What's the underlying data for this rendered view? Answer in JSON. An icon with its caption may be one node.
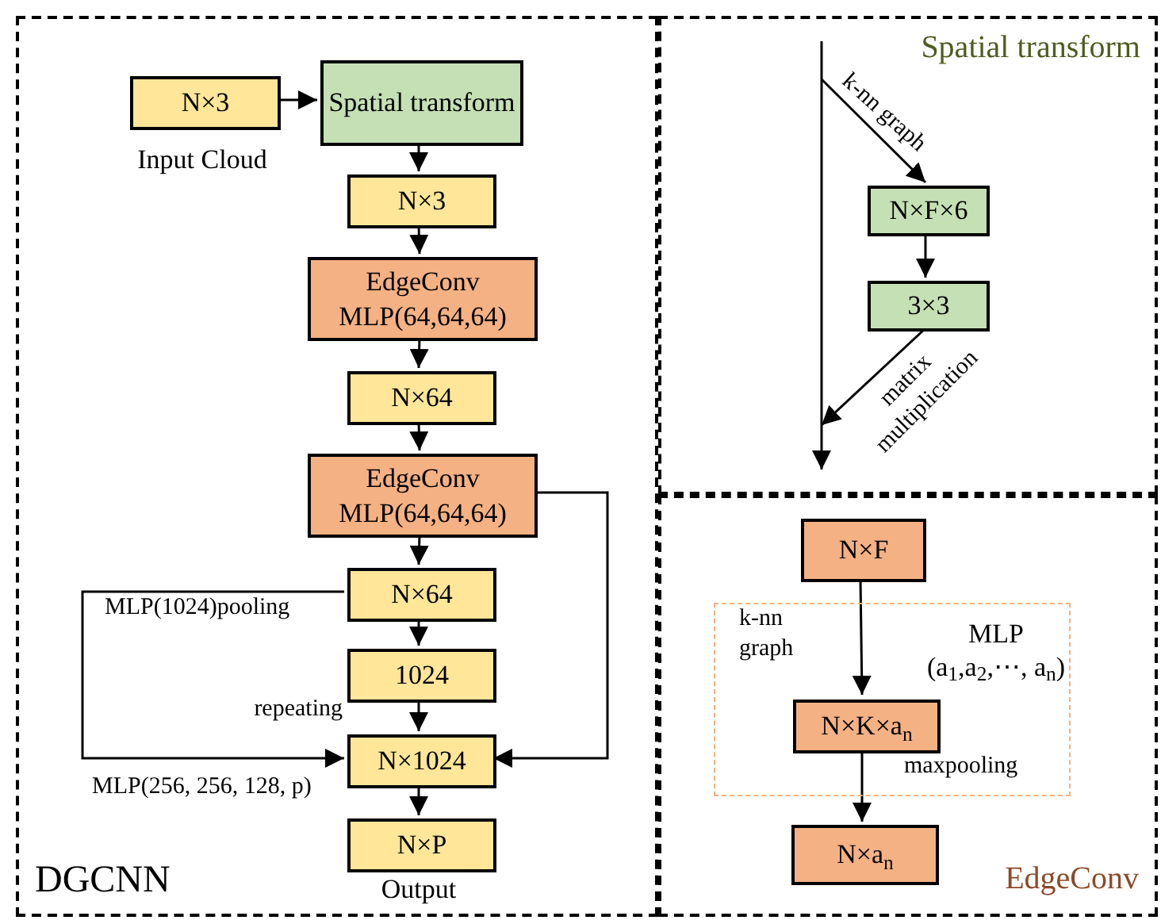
{
  "diagram": {
    "nodes": [
      {
        "text": [
          "DGCNN"
        ]
      },
      {
        "text": [
          "N×3"
        ],
        "in": 0,
        "beside": [
          "Input Cloud"
        ]
      },
      {
        "text": [
          "Spatial transform"
        ],
        "in": 0
      },
      {
        "text": [
          "N×3"
        ],
        "in": 0
      },
      {
        "text": [
          "EdgeConv",
          "MLP(64,64,64)"
        ],
        "in": 0
      },
      {
        "text": [
          "N×64"
        ],
        "in": 0
      },
      {
        "text": [
          "EdgeConv",
          "MLP(64,64,64)"
        ],
        "in": 0
      },
      {
        "text": [
          "N×64"
        ],
        "in": 0
      },
      {
        "text": [
          "1024"
        ],
        "in": 0
      },
      {
        "text": [
          "N×1024"
        ],
        "in": 0
      },
      {
        "text": [
          "N×P"
        ],
        "in": 0,
        "beside": [
          "Output"
        ]
      },
      {
        "text": [
          "Spatial transform"
        ]
      },
      {
        "text": [
          "N×F×6"
        ],
        "in": 11
      },
      {
        "text": [
          "3×3"
        ],
        "in": 11
      },
      {
        "text": [
          "EdgeConv"
        ]
      },
      {
        "text": [
          "N×F"
        ],
        "in": 14
      },
      {
        "text": [
          "MLP (a$_{1}$,a$_{2}$,⋯,  a$_{n}$)"
        ],
        "in": 14
      },
      {
        "text": [
          "N×K×a$_{n}$"
        ],
        "in": 16
      },
      {
        "text": [
          "N×a$_{n}$"
        ],
        "in": 14
      }
    ],
    "edges": [
      {
        "from": 1,
        "to": 2,
        "arrow": "to"
      },
      {
        "from": 2,
        "to": 3,
        "arrow": "to"
      },
      {
        "from": 3,
        "to": 4,
        "arrow": "to"
      },
      {
        "from": 4,
        "to": 5,
        "arrow": "to"
      },
      {
        "from": 5,
        "to": 6,
        "arrow": "to"
      },
      {
        "from": 6,
        "to": 7,
        "arrow": "to"
      },
      {
        "from": 7,
        "to": 8,
        "arrow": "to"
      },
      {
        "from": 8,
        "to": 9,
        "arrow": "to",
        "label": "repeating"
      },
      {
        "from": 7,
        "to": 9,
        "arrow": "to",
        "label": "MLP(1024)pooling"
      },
      {
        "from": 6,
        "to": 9,
        "arrow": "to"
      },
      {
        "from": 9,
        "to": 10,
        "arrow": "to"
      },
      {
        "from": null,
        "to": 12,
        "arrow": "to",
        "label": "k-nn graph"
      },
      {
        "from": 12,
        "to": 13,
        "arrow": "to"
      },
      {
        "from": 13,
        "to": null,
        "arrow": "to",
        "label": "matrix multiplication"
      },
      {
        "from": 15,
        "to": 17,
        "arrow": "to",
        "label": "k-nn graph"
      },
      {
        "from": 17,
        "to": 18,
        "arrow": "to",
        "label": "maxpooling"
      }
    ],
    "labels": [
      "MLP(256, 256, 128, p)"
    ]
  }
}
